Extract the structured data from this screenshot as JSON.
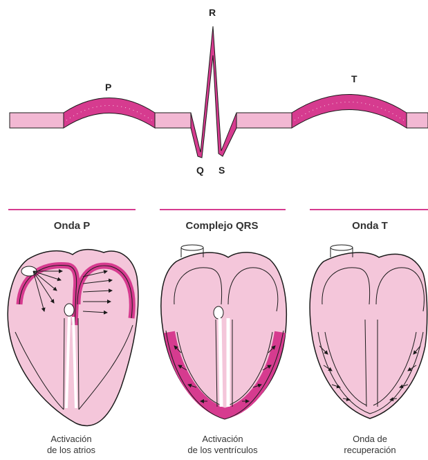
{
  "colors": {
    "accent": "#d63b8f",
    "light_pink": "#f2b8d3",
    "pale_pink": "#f7d4e4",
    "heart_fill": "#f4c6da",
    "outline": "#1a1a1a"
  },
  "wave_labels": {
    "p": "P",
    "r": "R",
    "t": "T",
    "q": "Q",
    "s": "S"
  },
  "panels": [
    {
      "heading": "Onda P",
      "caption_line1": "Activación",
      "caption_line2": "de los atrios"
    },
    {
      "heading": "Complejo QRS",
      "caption_line1": "Activación",
      "caption_line2": "de los ventrículos"
    },
    {
      "heading": "Onda T",
      "caption_line1": "Onda de",
      "caption_line2": "recuperación"
    }
  ]
}
